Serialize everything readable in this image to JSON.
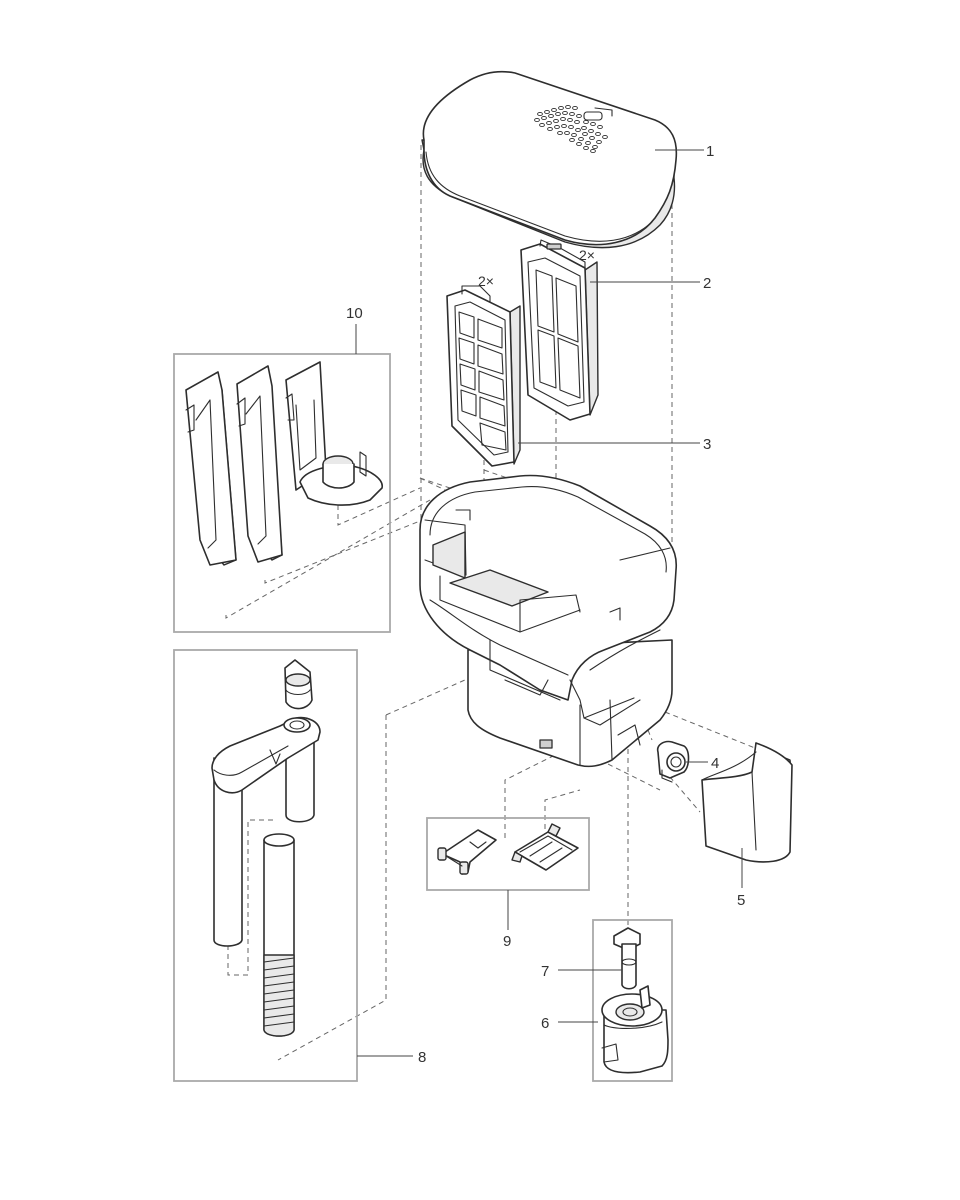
{
  "callouts": [
    {
      "id": "1",
      "label": "1"
    },
    {
      "id": "2",
      "label": "2"
    },
    {
      "id": "3",
      "label": "3"
    },
    {
      "id": "4",
      "label": "4"
    },
    {
      "id": "5",
      "label": "5"
    },
    {
      "id": "6",
      "label": "6"
    },
    {
      "id": "7",
      "label": "7"
    },
    {
      "id": "8",
      "label": "8"
    },
    {
      "id": "9",
      "label": "9"
    },
    {
      "id": "10",
      "label": "10"
    }
  ],
  "quantities": {
    "part_2": "2×",
    "part_3": "2×"
  }
}
